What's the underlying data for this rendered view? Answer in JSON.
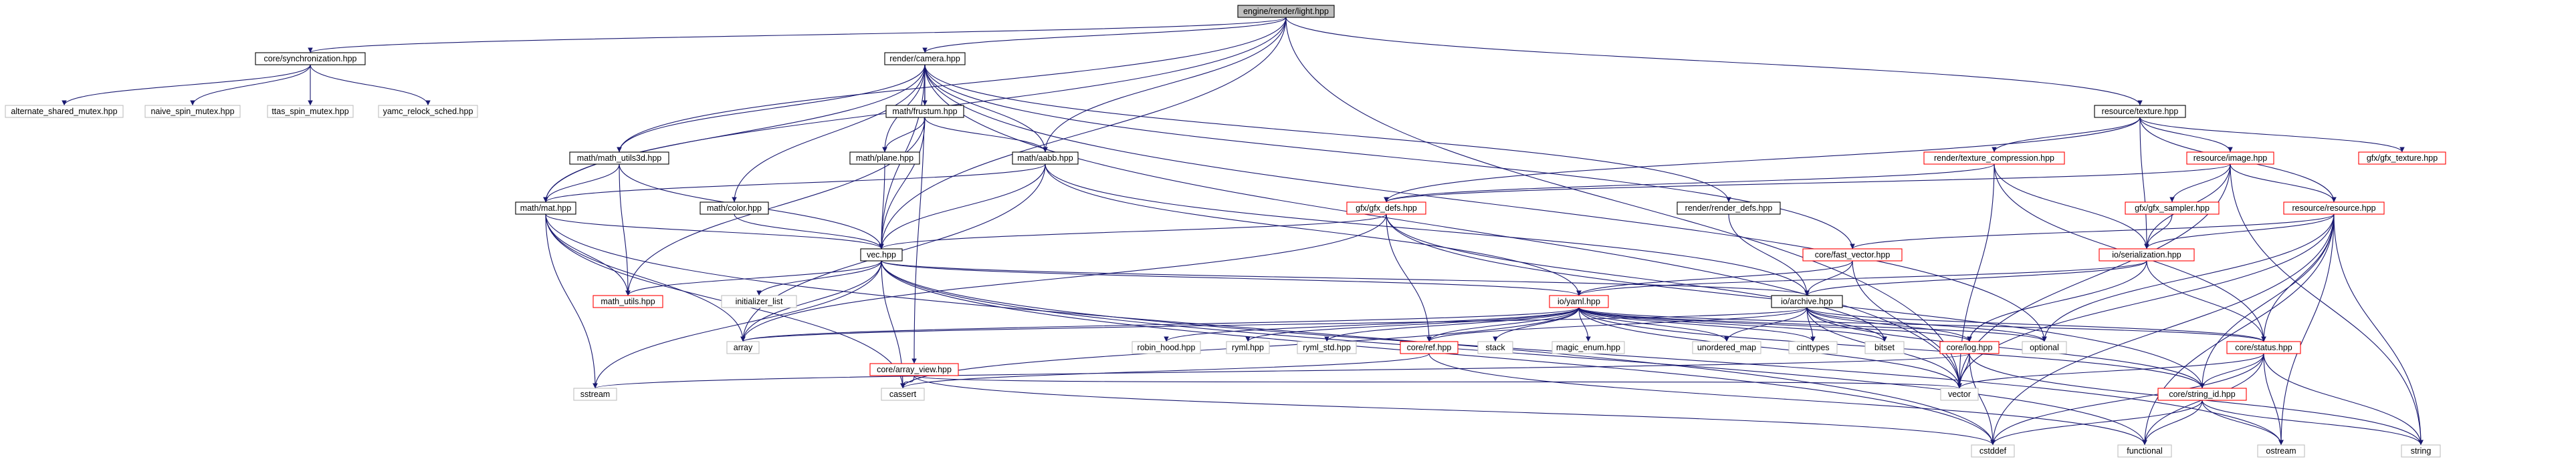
{
  "colors": {
    "edge": "#191970",
    "border_default": "#bfbfbf",
    "border_red": "#ff0000",
    "root_fill": "#bfbfbf",
    "fill": "#ffffff",
    "text": "#000000"
  },
  "nodes": {
    "light": {
      "label": "engine/render/light.hpp",
      "kind": "root"
    },
    "sync": {
      "label": "core/synchronization.hpp",
      "kind": "black"
    },
    "camera": {
      "label": "render/camera.hpp",
      "kind": "black"
    },
    "texture": {
      "label": "resource/texture.hpp",
      "kind": "black"
    },
    "alt_mutex": {
      "label": "alternate_shared_mutex.hpp",
      "kind": "gray"
    },
    "naive_spin": {
      "label": "naive_spin_mutex.hpp",
      "kind": "gray"
    },
    "ttas_spin": {
      "label": "ttas_spin_mutex.hpp",
      "kind": "gray"
    },
    "yamc_relock": {
      "label": "yamc_relock_sched.hpp",
      "kind": "gray"
    },
    "frustum": {
      "label": "math/frustum.hpp",
      "kind": "black"
    },
    "math_utils3d": {
      "label": "math/math_utils3d.hpp",
      "kind": "black"
    },
    "plane": {
      "label": "math/plane.hpp",
      "kind": "black"
    },
    "aabb": {
      "label": "math/aabb.hpp",
      "kind": "black"
    },
    "tex_comp": {
      "label": "render/texture_compression.hpp",
      "kind": "red"
    },
    "image": {
      "label": "resource/image.hpp",
      "kind": "red"
    },
    "gfx_texture": {
      "label": "gfx/gfx_texture.hpp",
      "kind": "red"
    },
    "mat": {
      "label": "math/mat.hpp",
      "kind": "black"
    },
    "color": {
      "label": "math/color.hpp",
      "kind": "black"
    },
    "gfx_defs": {
      "label": "gfx/gfx_defs.hpp",
      "kind": "red"
    },
    "render_defs": {
      "label": "render/render_defs.hpp",
      "kind": "black"
    },
    "gfx_sampler": {
      "label": "gfx/gfx_sampler.hpp",
      "kind": "red"
    },
    "resource": {
      "label": "resource/resource.hpp",
      "kind": "red"
    },
    "vec": {
      "label": "vec.hpp",
      "kind": "black"
    },
    "fast_vector": {
      "label": "core/fast_vector.hpp",
      "kind": "red"
    },
    "serialization": {
      "label": "io/serialization.hpp",
      "kind": "red"
    },
    "math_utils": {
      "label": "math_utils.hpp",
      "kind": "red"
    },
    "init_list": {
      "label": "initializer_list",
      "kind": "gray"
    },
    "yaml": {
      "label": "io/yaml.hpp",
      "kind": "red"
    },
    "archive": {
      "label": "io/archive.hpp",
      "kind": "black"
    },
    "array_view": {
      "label": "core/array_view.hpp",
      "kind": "red"
    },
    "array": {
      "label": "array",
      "kind": "gray"
    },
    "robin_hood": {
      "label": "robin_hood.hpp",
      "kind": "gray"
    },
    "ryml": {
      "label": "ryml.hpp",
      "kind": "gray"
    },
    "ryml_std": {
      "label": "ryml_std.hpp",
      "kind": "gray"
    },
    "ref": {
      "label": "core/ref.hpp",
      "kind": "red"
    },
    "stack": {
      "label": "stack",
      "kind": "gray"
    },
    "magic_enum": {
      "label": "magic_enum.hpp",
      "kind": "gray"
    },
    "unordered_map": {
      "label": "unordered_map",
      "kind": "gray"
    },
    "cinttypes": {
      "label": "cinttypes",
      "kind": "gray"
    },
    "bitset": {
      "label": "bitset",
      "kind": "gray"
    },
    "log": {
      "label": "core/log.hpp",
      "kind": "red"
    },
    "optional": {
      "label": "optional",
      "kind": "gray"
    },
    "status": {
      "label": "core/status.hpp",
      "kind": "red"
    },
    "sstream": {
      "label": "sstream",
      "kind": "gray"
    },
    "cassert": {
      "label": "cassert",
      "kind": "gray"
    },
    "vector": {
      "label": "vector",
      "kind": "gray"
    },
    "string_id": {
      "label": "core/string_id.hpp",
      "kind": "red"
    },
    "cstddef": {
      "label": "cstddef",
      "kind": "gray"
    },
    "functional": {
      "label": "functional",
      "kind": "gray"
    },
    "ostream": {
      "label": "ostream",
      "kind": "gray"
    },
    "string": {
      "label": "string",
      "kind": "gray"
    }
  },
  "edges": [
    [
      "light",
      "sync"
    ],
    [
      "light",
      "camera"
    ],
    [
      "light",
      "texture"
    ],
    [
      "light",
      "math_utils3d"
    ],
    [
      "light",
      "mat"
    ],
    [
      "light",
      "vec"
    ],
    [
      "light",
      "aabb"
    ],
    [
      "light",
      "vector"
    ],
    [
      "sync",
      "alt_mutex"
    ],
    [
      "sync",
      "naive_spin"
    ],
    [
      "sync",
      "ttas_spin"
    ],
    [
      "sync",
      "yamc_relock"
    ],
    [
      "camera",
      "frustum"
    ],
    [
      "camera",
      "math_utils3d"
    ],
    [
      "camera",
      "plane"
    ],
    [
      "camera",
      "aabb"
    ],
    [
      "camera",
      "color"
    ],
    [
      "camera",
      "mat"
    ],
    [
      "camera",
      "vec"
    ],
    [
      "camera",
      "render_defs"
    ],
    [
      "camera",
      "fast_vector"
    ],
    [
      "camera",
      "array_view"
    ],
    [
      "camera",
      "optional"
    ],
    [
      "camera",
      "vector"
    ],
    [
      "frustum",
      "plane"
    ],
    [
      "frustum",
      "aabb"
    ],
    [
      "frustum",
      "vec"
    ],
    [
      "frustum",
      "math_utils"
    ],
    [
      "plane",
      "vec"
    ],
    [
      "math_utils3d",
      "mat"
    ],
    [
      "math_utils3d",
      "vec"
    ],
    [
      "math_utils3d",
      "math_utils"
    ],
    [
      "aabb",
      "mat"
    ],
    [
      "aabb",
      "vec"
    ],
    [
      "aabb",
      "array"
    ],
    [
      "aabb",
      "yaml"
    ],
    [
      "aabb",
      "archive"
    ],
    [
      "mat",
      "vec"
    ],
    [
      "mat",
      "math_utils"
    ],
    [
      "mat",
      "array"
    ],
    [
      "mat",
      "sstream"
    ],
    [
      "mat",
      "cassert"
    ],
    [
      "mat",
      "cstddef"
    ],
    [
      "color",
      "vec"
    ],
    [
      "render_defs",
      "archive"
    ],
    [
      "vec",
      "math_utils"
    ],
    [
      "vec",
      "init_list"
    ],
    [
      "vec",
      "array"
    ],
    [
      "vec",
      "sstream"
    ],
    [
      "vec",
      "cassert"
    ],
    [
      "vec",
      "cstddef"
    ],
    [
      "vec",
      "functional"
    ],
    [
      "vec",
      "ostream"
    ],
    [
      "vec",
      "yaml"
    ],
    [
      "vec",
      "archive"
    ],
    [
      "texture",
      "tex_comp"
    ],
    [
      "texture",
      "image"
    ],
    [
      "texture",
      "gfx_texture"
    ],
    [
      "texture",
      "gfx_defs"
    ],
    [
      "texture",
      "resource"
    ],
    [
      "texture",
      "serialization"
    ],
    [
      "tex_comp",
      "gfx_defs"
    ],
    [
      "tex_comp",
      "serialization"
    ],
    [
      "tex_comp",
      "vector"
    ],
    [
      "tex_comp",
      "status"
    ],
    [
      "image",
      "gfx_defs"
    ],
    [
      "image",
      "gfx_sampler"
    ],
    [
      "image",
      "resource"
    ],
    [
      "image",
      "serialization"
    ],
    [
      "image",
      "vector"
    ],
    [
      "image",
      "string"
    ],
    [
      "gfx_sampler",
      "serialization"
    ],
    [
      "gfx_defs",
      "vec"
    ],
    [
      "gfx_defs",
      "array"
    ],
    [
      "gfx_defs",
      "ref"
    ],
    [
      "gfx_defs",
      "bitset"
    ],
    [
      "gfx_defs",
      "string_id"
    ],
    [
      "resource",
      "fast_vector"
    ],
    [
      "resource",
      "serialization"
    ],
    [
      "resource",
      "status"
    ],
    [
      "resource",
      "vector"
    ],
    [
      "resource",
      "string_id"
    ],
    [
      "resource",
      "optional"
    ],
    [
      "resource",
      "cstddef"
    ],
    [
      "resource",
      "functional"
    ],
    [
      "resource",
      "ostream"
    ],
    [
      "resource",
      "string"
    ],
    [
      "fast_vector",
      "yaml"
    ],
    [
      "fast_vector",
      "archive"
    ],
    [
      "fast_vector",
      "vector"
    ],
    [
      "serialization",
      "yaml"
    ],
    [
      "serialization",
      "archive"
    ],
    [
      "serialization",
      "log"
    ],
    [
      "serialization",
      "status"
    ],
    [
      "yaml",
      "array"
    ],
    [
      "yaml",
      "robin_hood"
    ],
    [
      "yaml",
      "ryml"
    ],
    [
      "yaml",
      "ryml_std"
    ],
    [
      "yaml",
      "ref"
    ],
    [
      "yaml",
      "stack"
    ],
    [
      "yaml",
      "magic_enum"
    ],
    [
      "yaml",
      "unordered_map"
    ],
    [
      "yaml",
      "cinttypes"
    ],
    [
      "yaml",
      "bitset"
    ],
    [
      "yaml",
      "log"
    ],
    [
      "yaml",
      "optional"
    ],
    [
      "yaml",
      "status"
    ],
    [
      "yaml",
      "cassert"
    ],
    [
      "yaml",
      "vector"
    ],
    [
      "yaml",
      "string_id"
    ],
    [
      "archive",
      "array"
    ],
    [
      "archive",
      "ref"
    ],
    [
      "archive",
      "unordered_map"
    ],
    [
      "archive",
      "cinttypes"
    ],
    [
      "archive",
      "bitset"
    ],
    [
      "archive",
      "log"
    ],
    [
      "archive",
      "optional"
    ],
    [
      "archive",
      "status"
    ],
    [
      "archive",
      "vector"
    ],
    [
      "archive",
      "string_id"
    ],
    [
      "array_view",
      "cassert"
    ],
    [
      "array_view",
      "cstddef"
    ],
    [
      "array_view",
      "vector"
    ],
    [
      "ref",
      "cassert"
    ],
    [
      "ref",
      "functional"
    ],
    [
      "log",
      "sstream"
    ],
    [
      "log",
      "vector"
    ],
    [
      "log",
      "cstddef"
    ],
    [
      "log",
      "string"
    ],
    [
      "status",
      "string_id"
    ],
    [
      "status",
      "vector"
    ],
    [
      "status",
      "functional"
    ],
    [
      "status",
      "ostream"
    ],
    [
      "status",
      "string"
    ],
    [
      "status",
      "cstddef"
    ],
    [
      "string_id",
      "cstddef"
    ],
    [
      "string_id",
      "functional"
    ],
    [
      "string_id",
      "ostream"
    ],
    [
      "string_id",
      "string"
    ]
  ]
}
